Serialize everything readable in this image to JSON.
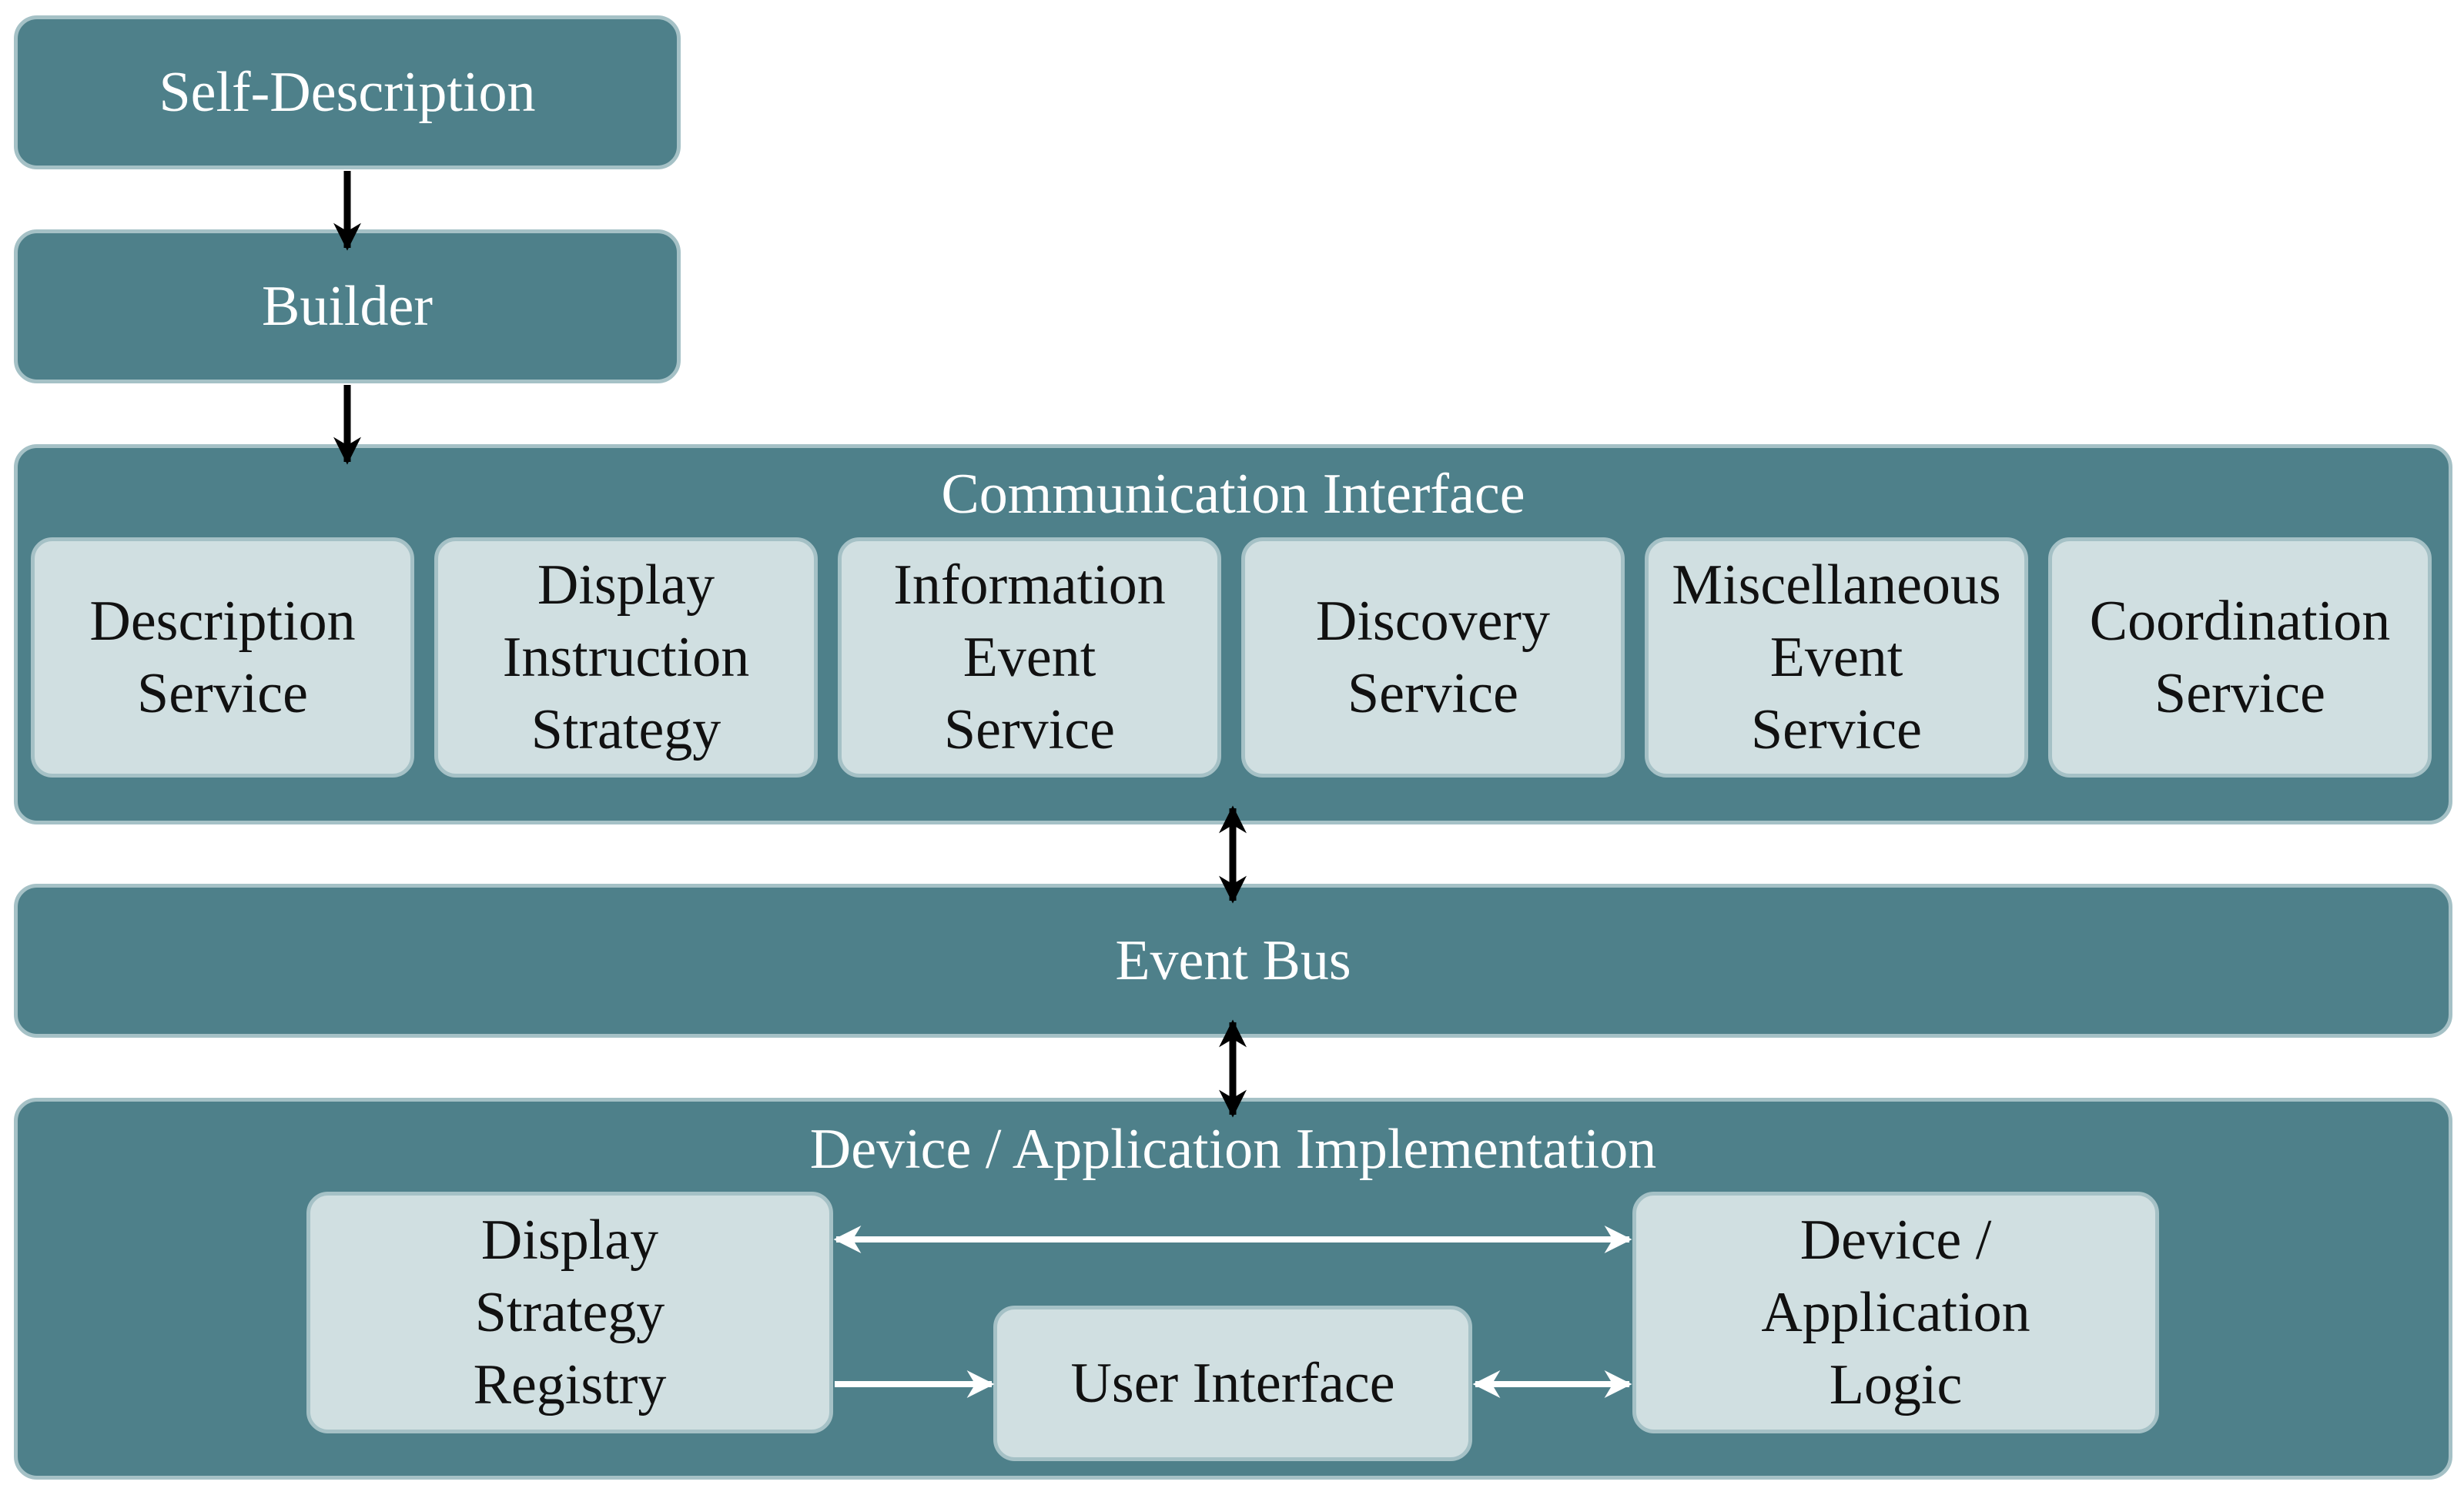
{
  "self_description": {
    "label": "Self-Description"
  },
  "builder": {
    "label": "Builder"
  },
  "communication_interface": {
    "title": "Communication Interface",
    "services": [
      {
        "label": "Description\nService"
      },
      {
        "label": "Display\nInstruction\nStrategy"
      },
      {
        "label": "Information\nEvent\nService"
      },
      {
        "label": "Discovery\nService"
      },
      {
        "label": "Miscellaneous\nEvent\nService"
      },
      {
        "label": "Coordination\nService"
      }
    ]
  },
  "event_bus": {
    "label": "Event Bus"
  },
  "device_application_implementation": {
    "title": "Device / Application Implementation",
    "display_strategy_registry": {
      "label": "Display\nStrategy\nRegistry"
    },
    "user_interface": {
      "label": "User Interface"
    },
    "device_application_logic": {
      "label": "Device /\nApplication\nLogic"
    }
  },
  "colors": {
    "container_fill": "#4e808a",
    "box_fill": "#d0dfe1",
    "border": "#a5c1c6",
    "arrow_dark": "#000000",
    "arrow_light": "#ffffff"
  }
}
